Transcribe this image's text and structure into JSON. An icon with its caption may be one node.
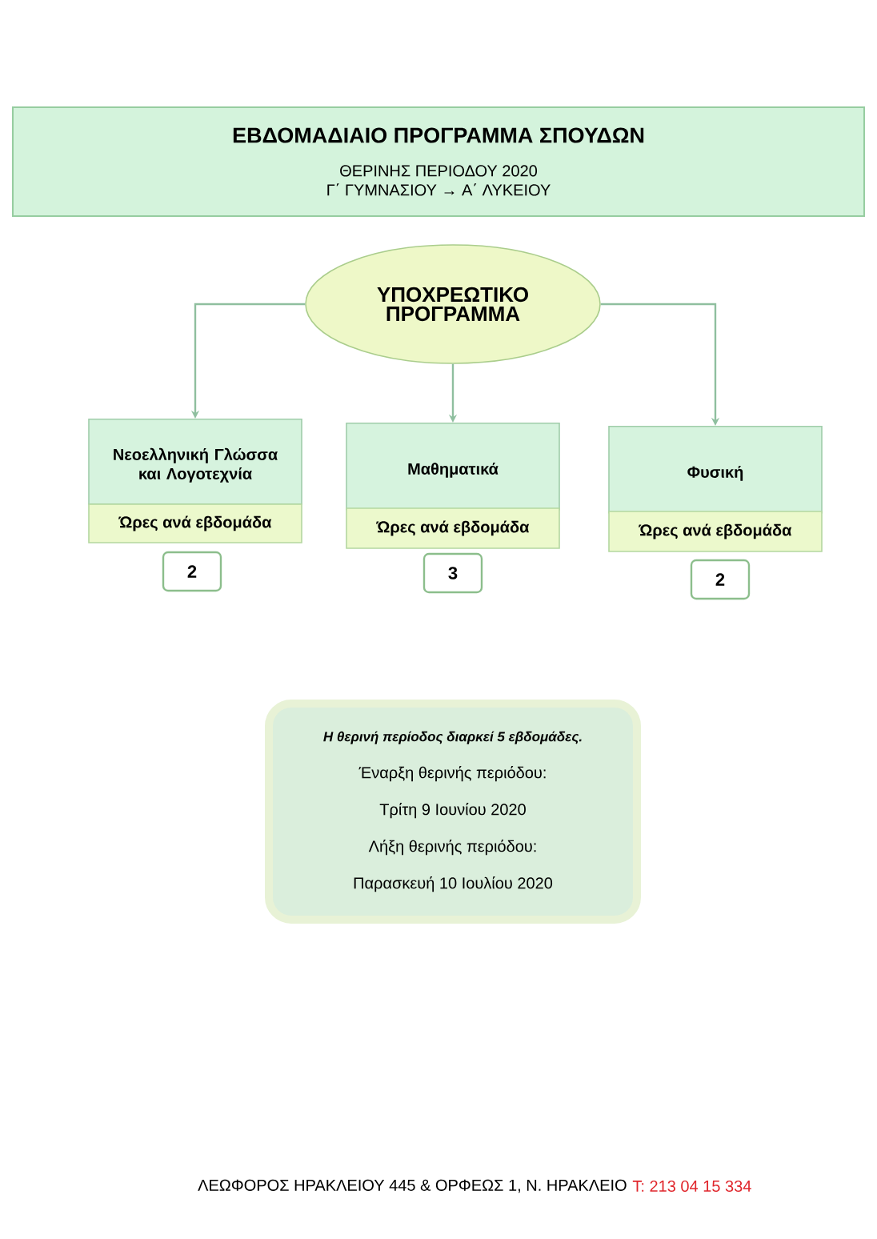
{
  "diagram": {
    "nodes": [
      {
        "text": [
          "ΕΒΔΟΜΑΔΙΑΙΟ ΠΡΟΓΡΑΜΜΑ ΣΠΟΥΔΩΝ",
          "ΘΕΡΙΝΗΣ ΠΕΡΙΟΔΟΥ 2020",
          "Γ΄ ΓΥΜΝΑΣΙΟΥ → Α΄ ΛΥΚΕΙΟΥ"
        ]
      },
      {
        "text": [
          "ΥΠΟΧΡΕΩΤΙΚΟ ΠΡΟΓΡΑΜΜΑ"
        ]
      },
      {
        "text": [
          "Νεοελληνική Γλώσσα και Λογοτεχνία"
        ]
      },
      {
        "text": [
          "Μαθηματικά"
        ]
      },
      {
        "text": [
          "Φυσική"
        ]
      },
      {
        "text": [
          "Ώρες ανά εβδομάδα"
        ]
      },
      {
        "text": [
          "Ώρες ανά εβδομάδα"
        ]
      },
      {
        "text": [
          "Ώρες ανά εβδομάδα"
        ]
      },
      {
        "text": [
          "2"
        ]
      },
      {
        "text": [
          "3"
        ]
      },
      {
        "text": [
          "2"
        ]
      },
      {
        "text": [
          "Η θερινή περίοδος διαρκεί 5 εβδομάδες.",
          "Έναρξη θερινής περιόδου:",
          "Τρίτη 9 Ιουνίου 2020",
          "Λήξη θερινής περιόδου:",
          "Παρασκευή 10 Ιουλίου 2020"
        ]
      }
    ],
    "edges": [
      {
        "from": 1,
        "to": 2,
        "arrow": "to"
      },
      {
        "from": 1,
        "to": 3,
        "arrow": "to"
      },
      {
        "from": 1,
        "to": 4,
        "arrow": "to"
      }
    ],
    "labels": [
      "ΛΕΩΦΟΡΟΣ ΗΡΑΚΛΕΙΟΥ 445 & ΟΡΦΕΩΣ 1,  Ν. ΗΡΑΚΛΕΙΟ",
      "T: 213 04 15 334"
    ]
  }
}
